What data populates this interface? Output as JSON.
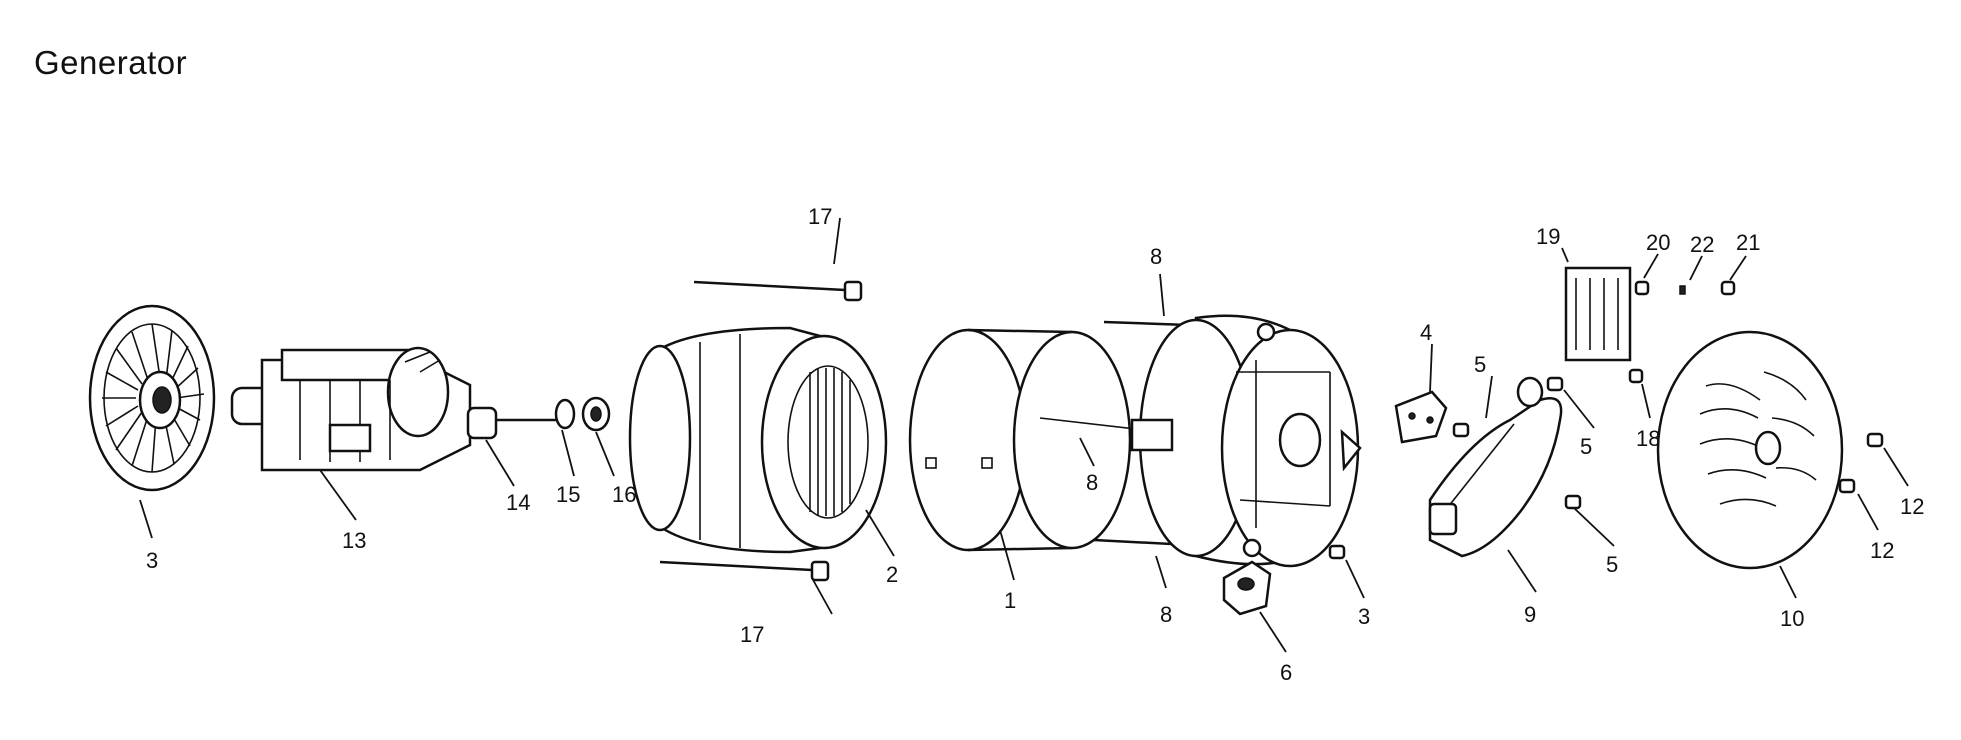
{
  "title": "Generator",
  "callouts": [
    "1",
    "2",
    "3",
    "3",
    "4",
    "5",
    "5",
    "5",
    "6",
    "8",
    "8",
    "8",
    "9",
    "10",
    "12",
    "12",
    "13",
    "14",
    "15",
    "16",
    "17",
    "17",
    "18",
    "19",
    "20",
    "21",
    "22"
  ]
}
